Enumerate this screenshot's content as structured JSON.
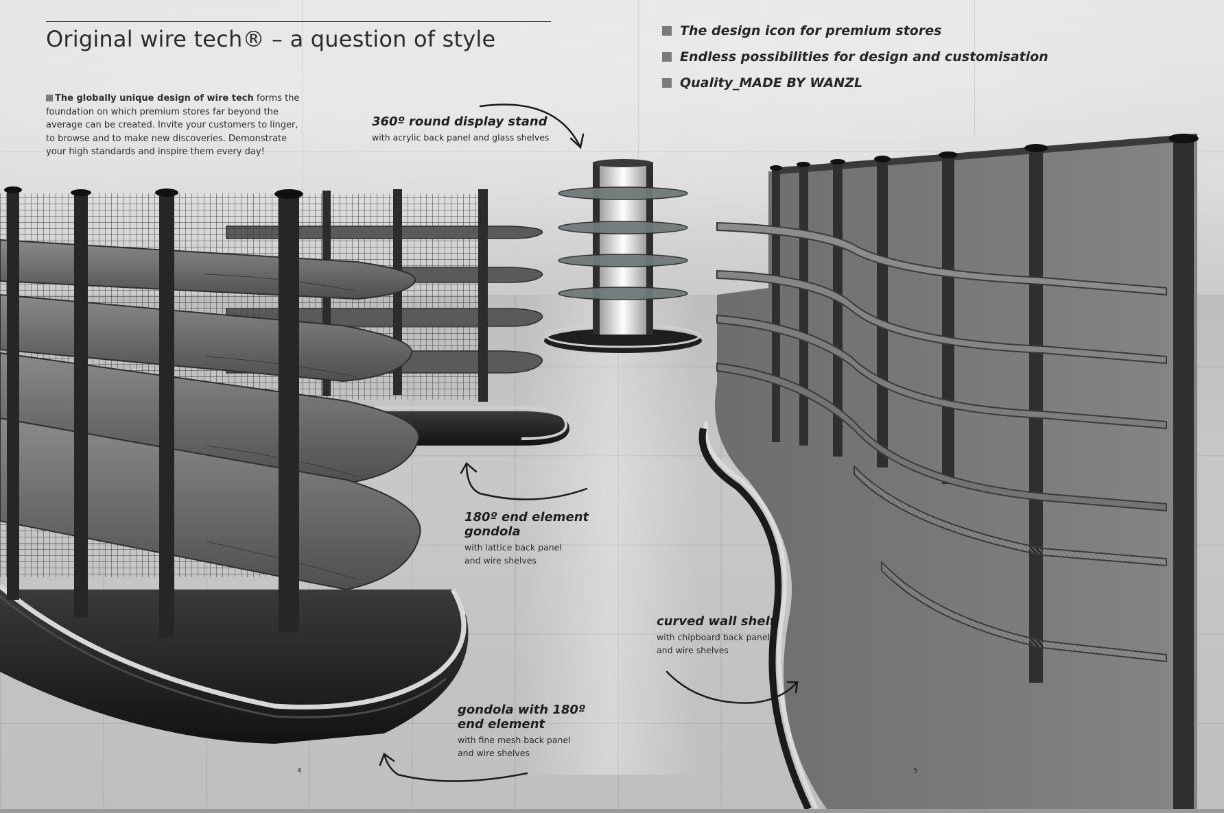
{
  "header": {
    "title": "Original wire tech® – a question of style"
  },
  "intro": {
    "bold": "The globally unique design of wire tech",
    "rest": " forms the foundation on which premium stores far beyond the average can be created. Invite your customers to linger, to browse and to make new discoveries. Demonstrate your high standards and inspire them every day!"
  },
  "bullets": [
    "The design icon for premium stores",
    "Endless possibilities for design and customisation",
    "Quality_MADE BY WANZL"
  ],
  "captions": {
    "round_stand": {
      "heading": "360º round display stand",
      "sub": "with acrylic back panel and glass shelves"
    },
    "end_element": {
      "heading": "180º end element\ngondola",
      "sub": "with lattice back panel\nand wire shelves"
    },
    "curved_wall": {
      "heading": "curved wall shelf",
      "sub": "with chipboard back panel\nand wire shelves"
    },
    "gondola": {
      "heading": "gondola with 180º\nend element",
      "sub": "with fine mesh back panel\nand wire shelves"
    }
  },
  "pages": {
    "left": "4",
    "right": "5"
  },
  "colors": {
    "text": "#262626",
    "bullet": "#7a7a7a",
    "shelf": "#5f5f5f"
  }
}
